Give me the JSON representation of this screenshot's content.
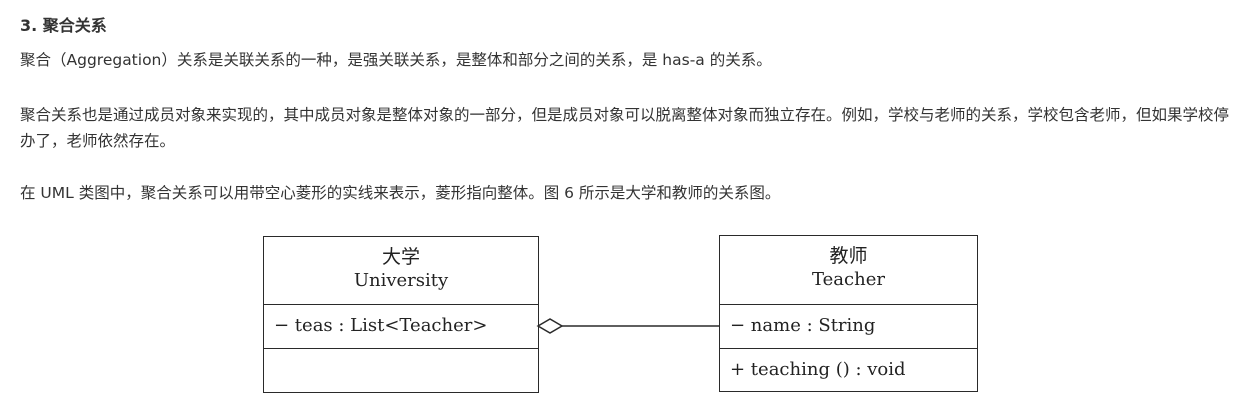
{
  "article": {
    "heading": "3. 聚合关系",
    "paragraph1": "聚合（Aggregation）关系是关联关系的一种，是强关联关系，是整体和部分之间的关系，是 has-a 的关系。",
    "paragraph2": "聚合关系也是通过成员对象来实现的，其中成员对象是整体对象的一部分，但是成员对象可以脱离整体对象而独立存在。例如，学校与老师的关系，学校包含老师，但如果学校停办了，老师依然存在。",
    "paragraph3": "在 UML 类图中，聚合关系可以用带空心菱形的实线来表示，菱形指向整体。图 6 所示是大学和教师的关系图。"
  },
  "diagram": {
    "university": {
      "name_cn": "大学",
      "name_en": "University",
      "attribute": "− teas : List<Teacher>",
      "operation": ""
    },
    "teacher": {
      "name_cn": "教师",
      "name_en": "Teacher",
      "attribute": "− name : String",
      "operation": "+ teaching () : void"
    },
    "relation": {
      "type": "aggregation",
      "whole": "University",
      "part": "Teacher",
      "diamond": "hollow"
    }
  }
}
